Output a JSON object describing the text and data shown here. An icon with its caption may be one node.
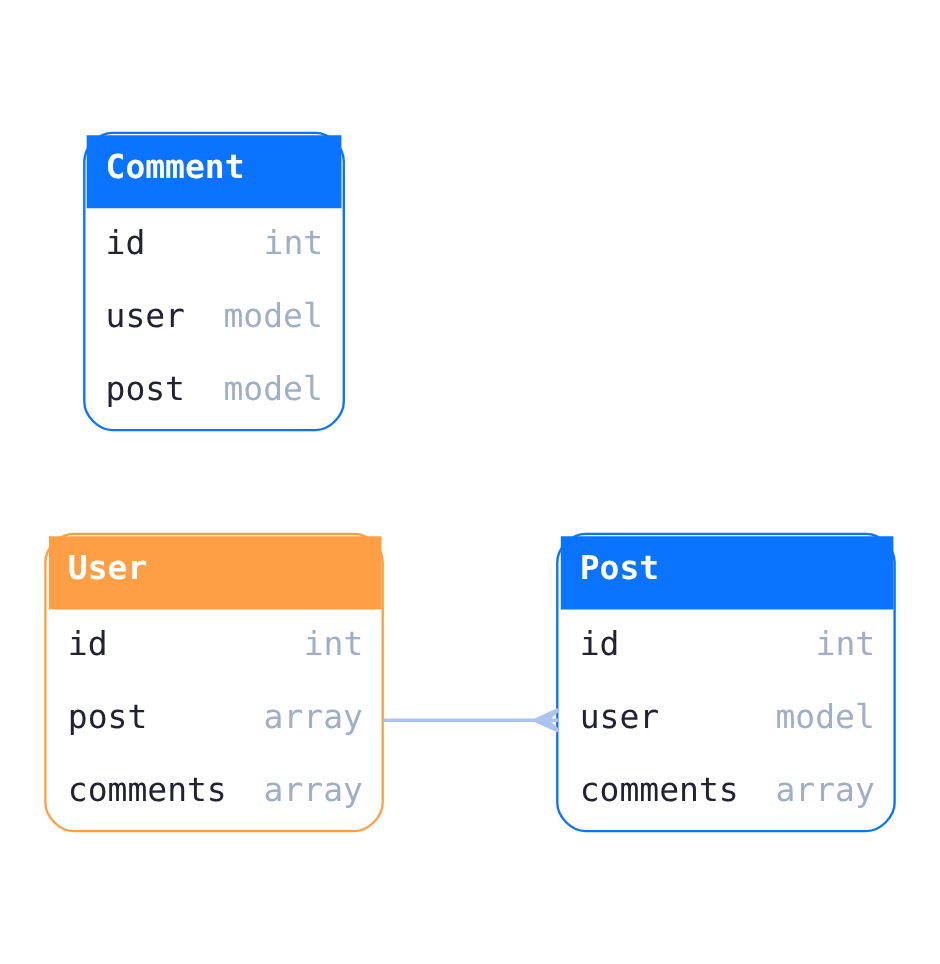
{
  "diagram": {
    "nodes": [
      {
        "text": [
          "Post",
          "id",
          "int",
          "user",
          "model",
          "comments",
          "array"
        ]
      },
      {
        "text": [
          "User",
          "id",
          "int",
          "post",
          "array",
          "comments",
          "array"
        ]
      },
      {
        "text": [
          "Comment",
          "id",
          "int",
          "user",
          "model",
          "post",
          "model"
        ]
      }
    ],
    "edges": [
      {
        "from": 1,
        "to": 0,
        "arrow": "other"
      }
    ]
  }
}
